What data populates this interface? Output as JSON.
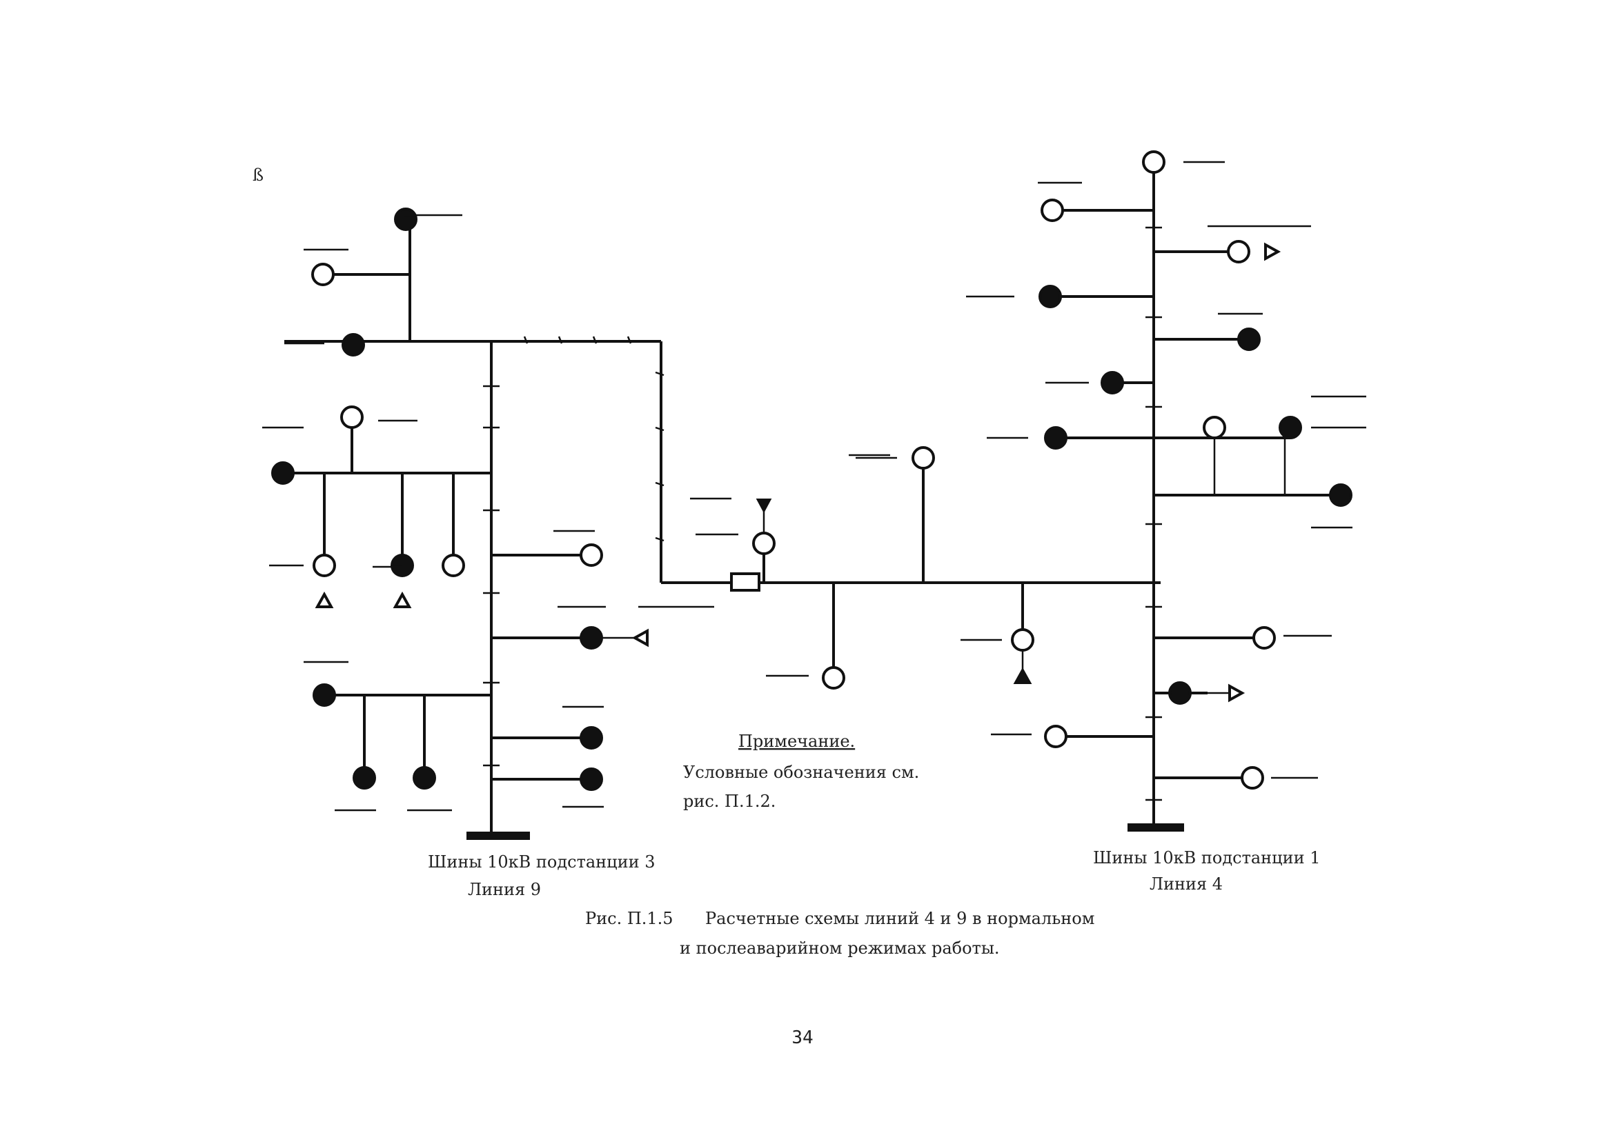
{
  "figure_marker": "ß",
  "substation_left": {
    "line1": "Шины 10кВ подстанции 3",
    "line2": "Линия 9"
  },
  "substation_right": {
    "line1": "Шины 10кВ подстанции 1",
    "line2": "Линия 4"
  },
  "note": {
    "title": "Примечание.",
    "line1": "Условные обозначения см.",
    "line2": "рис. П.1.2."
  },
  "caption": {
    "label": "Рис. П.1.5",
    "line1": "Расчетные схемы линий 4 и 9 в нормальном",
    "line2": "и послеаварийном режимах работы."
  },
  "page_number": "34",
  "colors": {
    "ink": "#111111",
    "paper": "#ffffff"
  }
}
